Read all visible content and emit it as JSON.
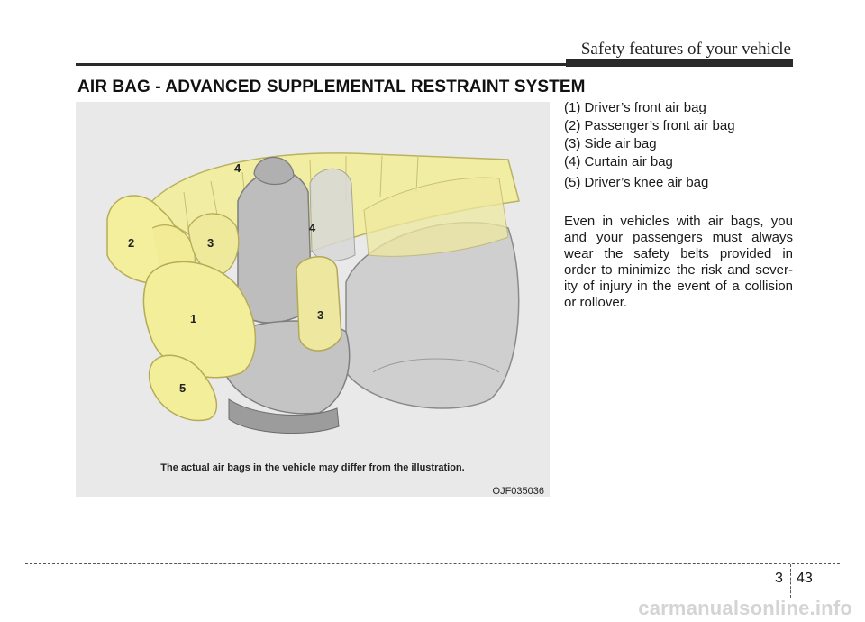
{
  "header": {
    "title": "Safety features of your vehicle"
  },
  "section": {
    "title": "AIR BAG - ADVANCED SUPPLEMENTAL RESTRAINT SYSTEM"
  },
  "figure": {
    "caption": "The actual air bags in the vehicle may differ from the illustration.",
    "code": "OJF035036",
    "labels": [
      "4",
      "2",
      "3",
      "4",
      "1",
      "3",
      "5"
    ]
  },
  "legend": [
    "(1) Driver’s front air bag",
    "(2) Passenger’s front air bag",
    "(3) Side air bag",
    "(4) Curtain air bag",
    "(5) Driver’s knee air bag"
  ],
  "body_text": "Even in vehicles with air bags, you and your passengers must always wear the safety belts provided in order to minimize the risk and sever-ity of injury in the event of a collision or rollover.",
  "footer": {
    "chapter": "3",
    "page": "43"
  },
  "watermark": "carmanualsonline.info"
}
